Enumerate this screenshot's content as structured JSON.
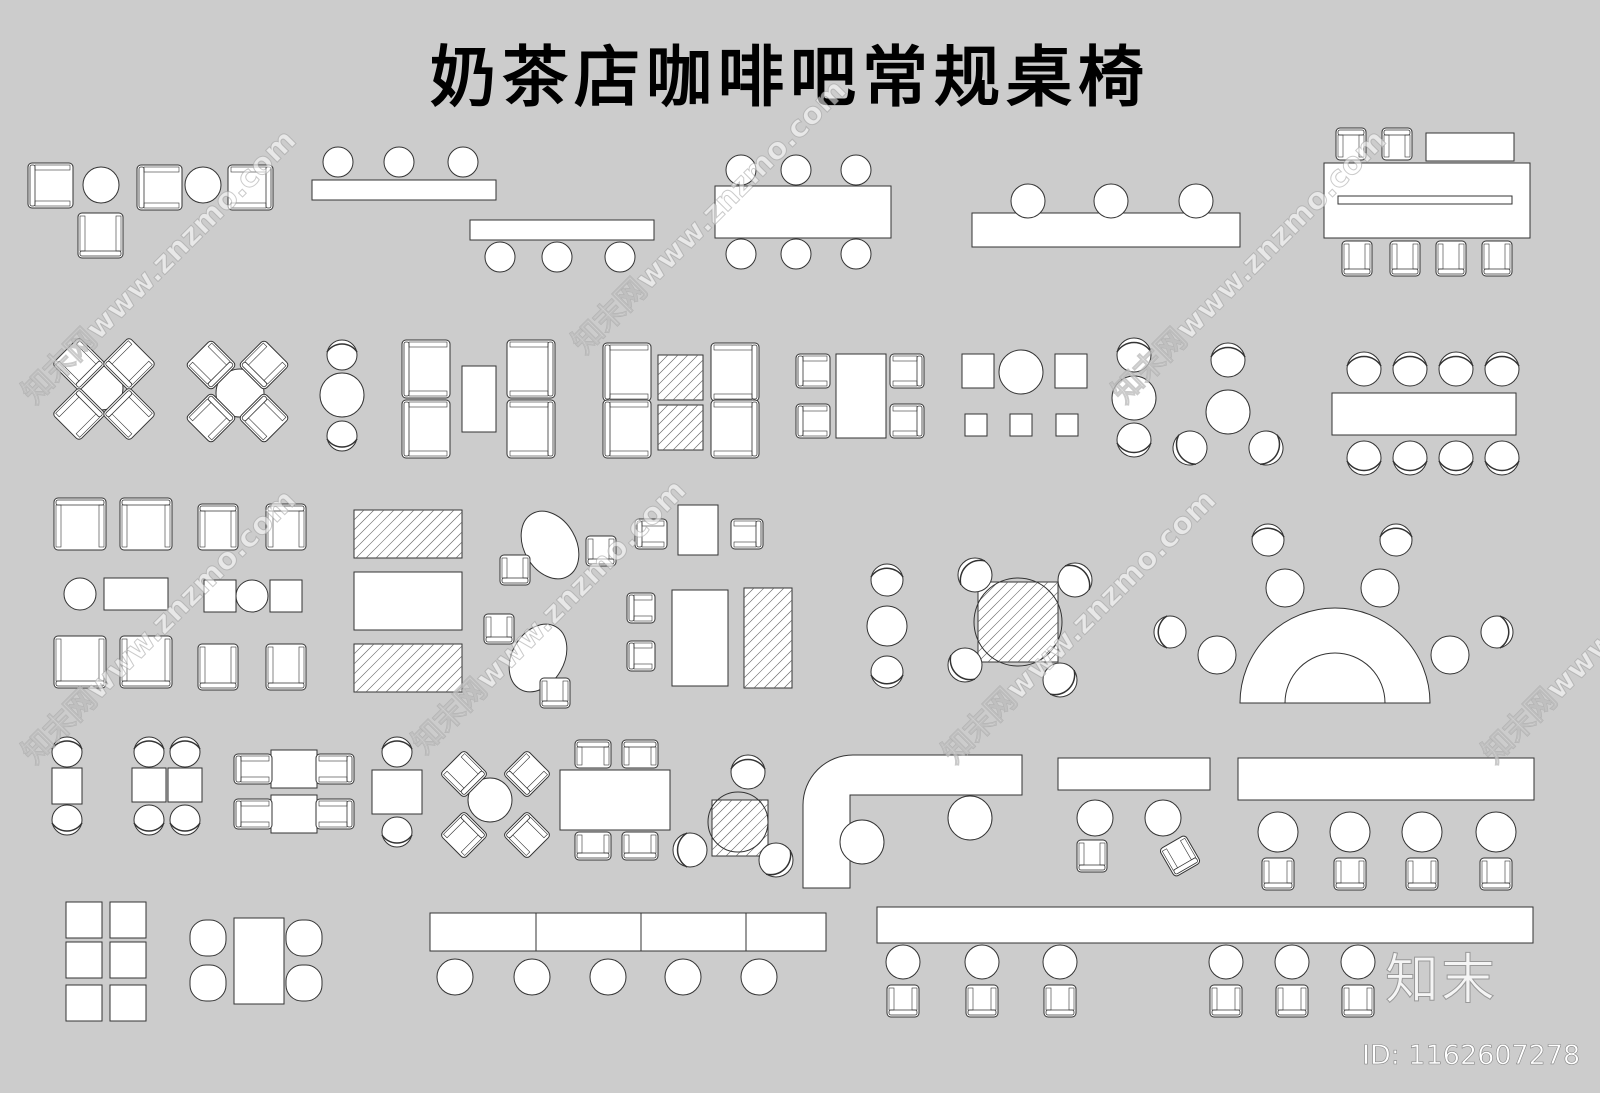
{
  "title": "奶茶店咖啡吧常规桌椅",
  "watermark": {
    "text": "知末网www.znzmo.com",
    "logo": "知末",
    "id_label": "ID: 1162607278"
  },
  "colors": {
    "background": "#cccccc",
    "furniture_fill": "#ffffff",
    "line": "#333333",
    "title": "#000000"
  }
}
